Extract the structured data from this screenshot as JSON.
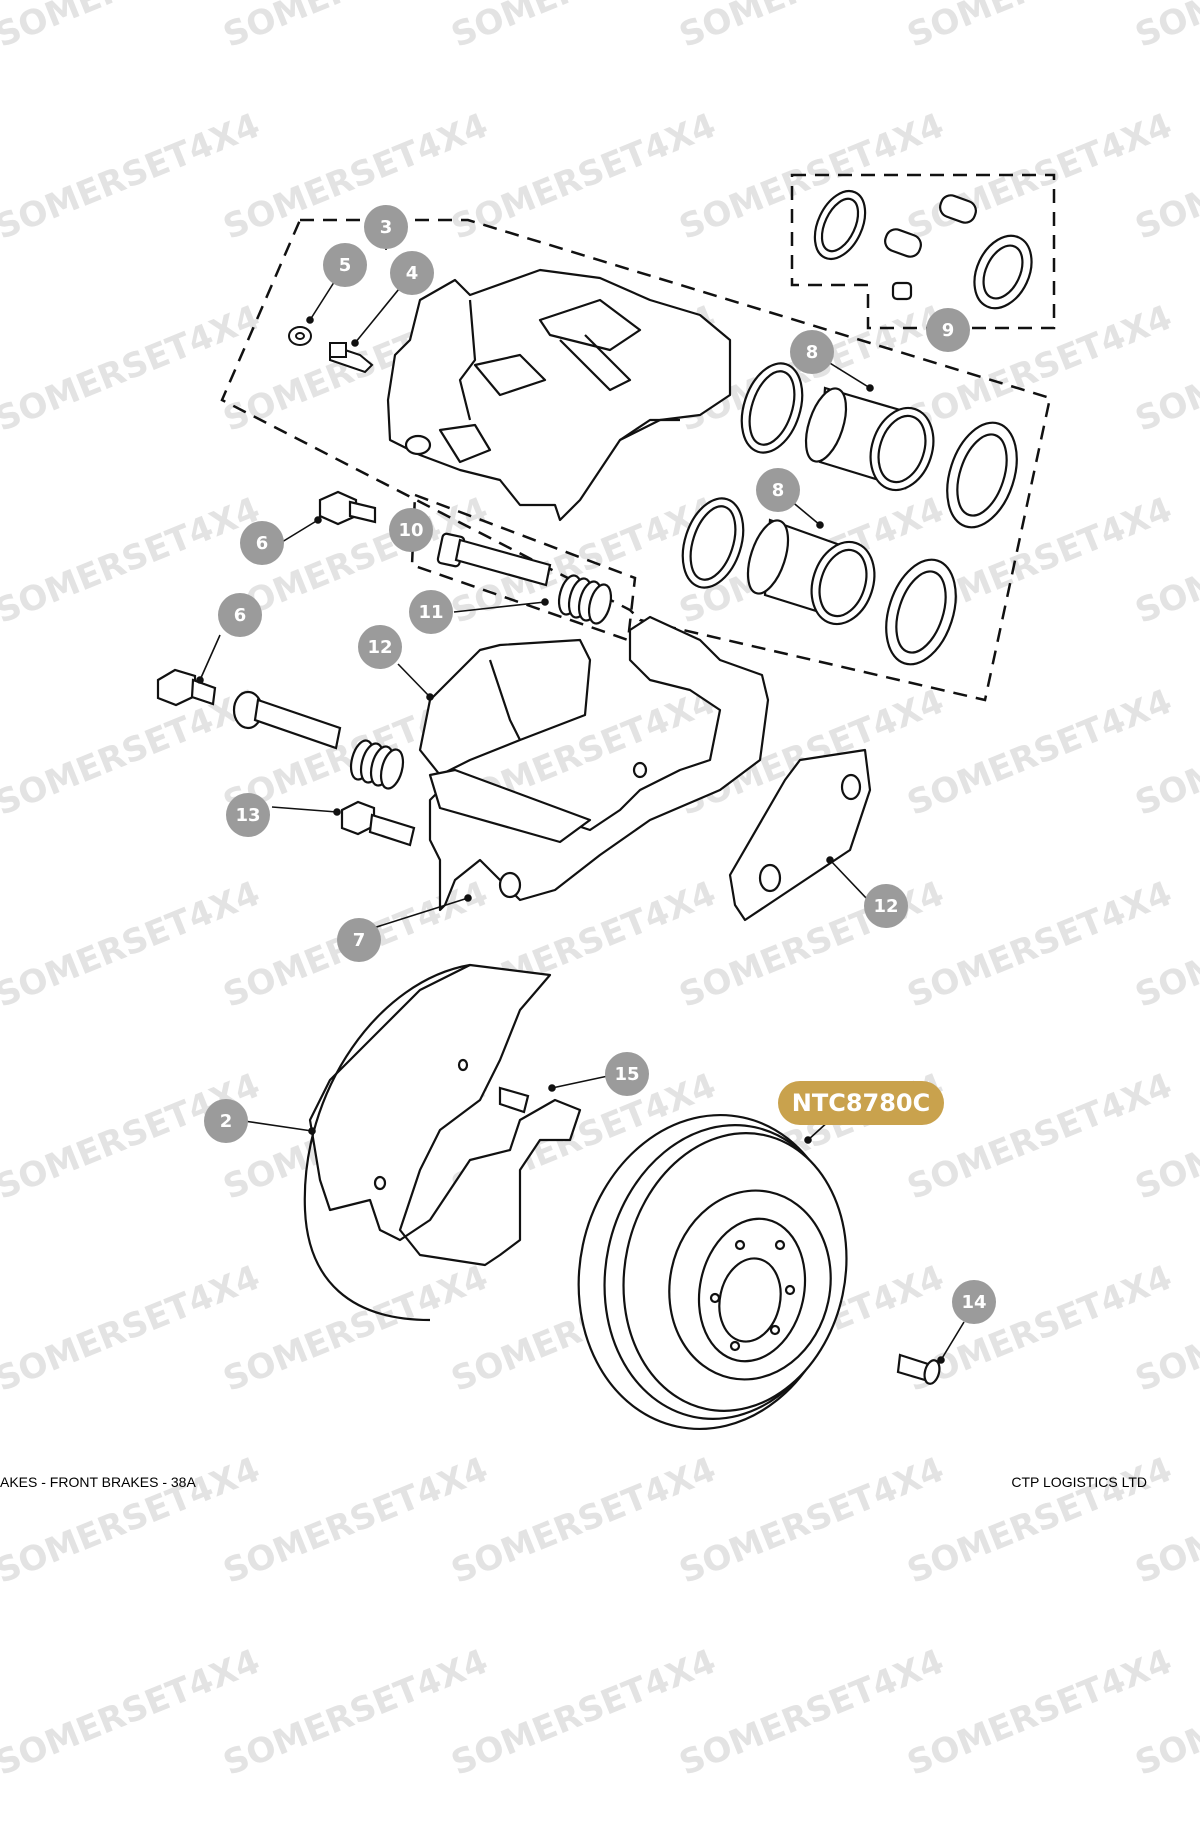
{
  "watermark": "SOMERSET4X4",
  "callouts": [
    {
      "label": "3"
    },
    {
      "label": "5"
    },
    {
      "label": "4"
    },
    {
      "label": "8"
    },
    {
      "label": "8"
    },
    {
      "label": "9"
    },
    {
      "label": "6"
    },
    {
      "label": "10"
    },
    {
      "label": "11"
    },
    {
      "label": "6"
    },
    {
      "label": "12"
    },
    {
      "label": "13"
    },
    {
      "label": "7"
    },
    {
      "label": "12"
    },
    {
      "label": "2"
    },
    {
      "label": "15"
    },
    {
      "label": "14"
    }
  ],
  "part_number": "NTC8780C",
  "colors": {
    "callout": "#9b9b9b",
    "part_number_badge": "#c9a24d",
    "line_art": "#111111"
  },
  "footer": {
    "left": "AKES - FRONT BRAKES - 38A",
    "right": "CTP LOGISTICS LTD"
  }
}
